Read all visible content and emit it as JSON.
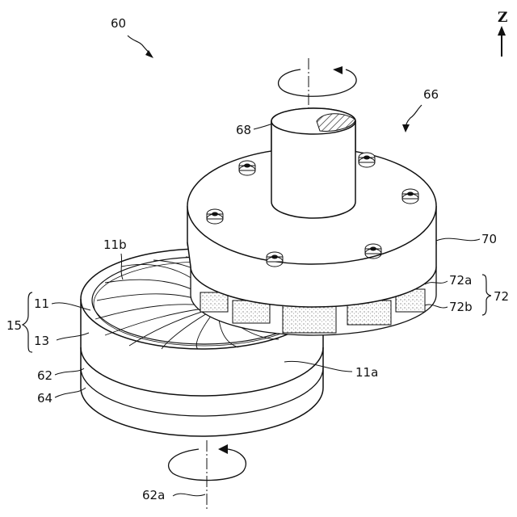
{
  "labels": {
    "device": "60",
    "head": "66",
    "shaft": "68",
    "carrier": "70",
    "pad_upper": "72a",
    "pad_lower": "72b",
    "pad_group": "72",
    "disk_group": "15",
    "disk_upper": "11",
    "disk_lower": "13",
    "disk_face": "11b",
    "disk_edge": "11a",
    "table_top": "62",
    "table_base": "64",
    "table_axis": "62a",
    "axis": "Z"
  }
}
